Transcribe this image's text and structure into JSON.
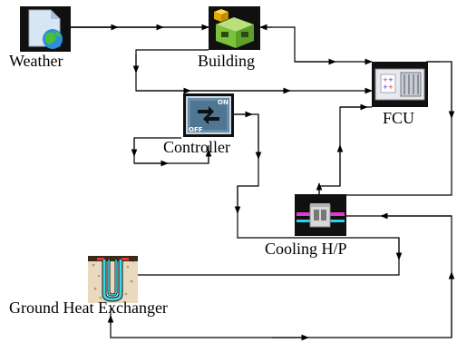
{
  "nodes": {
    "weather": {
      "label": "Weather",
      "icon": "weather-globe-icon"
    },
    "building": {
      "label": "Building",
      "icon": "building-cube-icon"
    },
    "fcu": {
      "label": "FCU",
      "icon": "fan-coil-unit-icon"
    },
    "controller": {
      "label": "Controller",
      "icon": "on-off-controller-icon"
    },
    "cooling_hp": {
      "label": "Cooling H/P",
      "icon": "heat-pump-icon"
    },
    "ground_hx": {
      "label": "Ground Heat Exchanger",
      "icon": "ground-heat-exchanger-icon"
    }
  },
  "colors": {
    "line": "#000000",
    "label": "#000000"
  }
}
